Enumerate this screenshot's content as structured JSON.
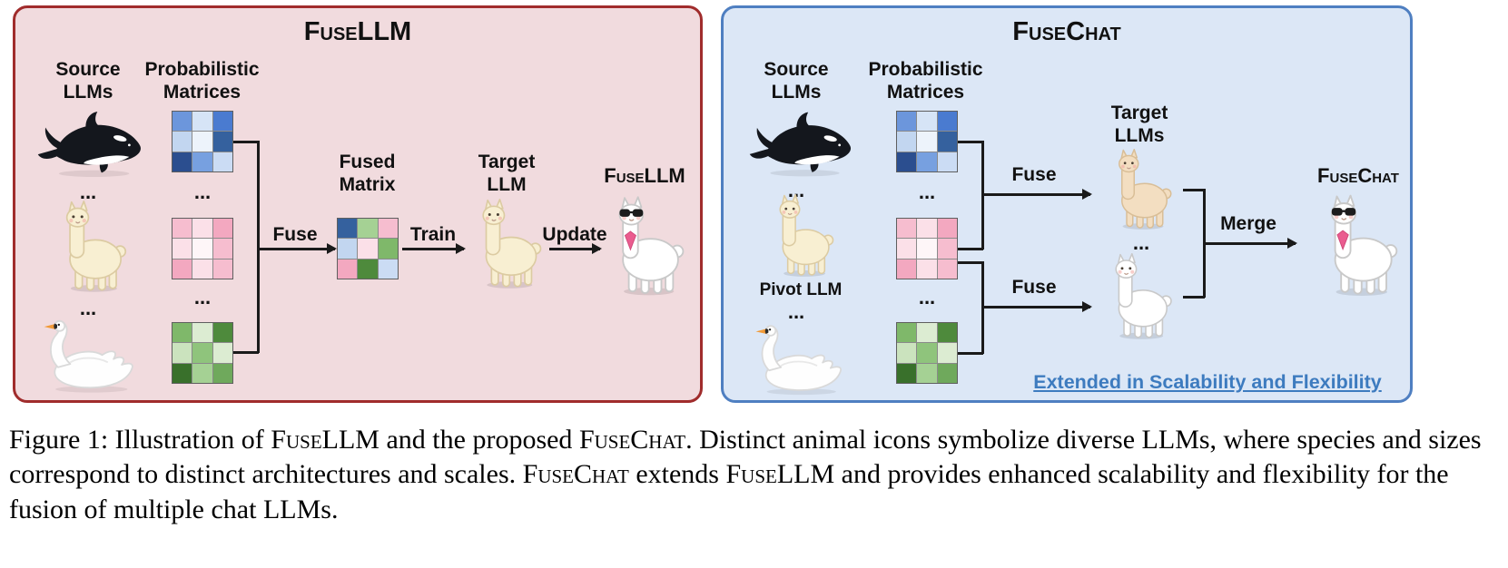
{
  "colors": {
    "left-bg": "#F1DBDE",
    "left-border": "#A02C2C",
    "right-bg": "#DCE7F6",
    "right-border": "#4F7FC1",
    "accent-blue": "#3D7BBF"
  },
  "common": {
    "ellipsis": "..."
  },
  "left_panel": {
    "title": "FuseLLM",
    "source_header": "Source\nLLMs",
    "matrices_header": "Probabilistic\nMatrices",
    "fuse_label": "Fuse",
    "fused_header": "Fused\nMatrix",
    "train_label": "Train",
    "target_header": "Target\nLLM",
    "update_label": "Update",
    "result_label": "FuseLLM",
    "source_icons": [
      "orca-icon",
      "alpaca-icon",
      "swan-icon"
    ],
    "target_icon": "alpaca-icon",
    "result_icon": "llama-sunglasses-icon"
  },
  "right_panel": {
    "title": "FuseChat",
    "source_header": "Source\nLLMs",
    "matrices_header": "Probabilistic\nMatrices",
    "pivot_label": "Pivot LLM",
    "fuse_top_label": "Fuse",
    "fuse_bottom_label": "Fuse",
    "target_header": "Target\nLLMs",
    "merge_label": "Merge",
    "result_label": "FuseChat",
    "footnote": "Extended in Scalability and Flexibility",
    "source_icons": [
      "orca-icon",
      "alpaca-icon",
      "swan-icon"
    ],
    "target_icons": [
      "alpaca-tan-icon",
      "llama-white-icon"
    ],
    "result_icon": "llama-sunglasses-icon"
  },
  "matrices": {
    "blue": [
      [
        "#6C96DC",
        "#D6E4F6",
        "#4A7BD0"
      ],
      [
        "#C2D6F0",
        "#EDF3FB",
        "#35619E"
      ],
      [
        "#2B4E8F",
        "#77A0E0",
        "#CBDCF4"
      ]
    ],
    "pink": [
      [
        "#F6BDCF",
        "#FBE0E8",
        "#F3A8C0"
      ],
      [
        "#FBE0E8",
        "#FEF6F8",
        "#F6BDCF"
      ],
      [
        "#F3A8C0",
        "#FBE0E8",
        "#F6BDCF"
      ]
    ],
    "green": [
      [
        "#7FB86A",
        "#DCECD2",
        "#4E8A3C"
      ],
      [
        "#CBE3BE",
        "#8FC47C",
        "#DCECD2"
      ],
      [
        "#39702B",
        "#A5D194",
        "#6FA95C"
      ]
    ],
    "fused": [
      [
        "#35619E",
        "#A5D194",
        "#F6BDCF"
      ],
      [
        "#C2D6F0",
        "#FBE0E8",
        "#7FB86A"
      ],
      [
        "#F3A8C0",
        "#4E8A3C",
        "#CBDCF4"
      ]
    ]
  },
  "caption": {
    "segments": [
      {
        "text": "Figure 1: Illustration of ",
        "smallcaps": false
      },
      {
        "text": "FuseLLM",
        "smallcaps": true
      },
      {
        "text": " and the proposed ",
        "smallcaps": false
      },
      {
        "text": "FuseChat",
        "smallcaps": true
      },
      {
        "text": ". Distinct animal icons symbolize diverse LLMs, where species and sizes correspond to distinct architectures and scales. ",
        "smallcaps": false
      },
      {
        "text": "FuseChat",
        "smallcaps": true
      },
      {
        "text": " extends ",
        "smallcaps": false
      },
      {
        "text": "FuseLLM",
        "smallcaps": true
      },
      {
        "text": " and provides enhanced scalability and flexibility for the fusion of multiple chat LLMs.",
        "smallcaps": false
      }
    ]
  }
}
